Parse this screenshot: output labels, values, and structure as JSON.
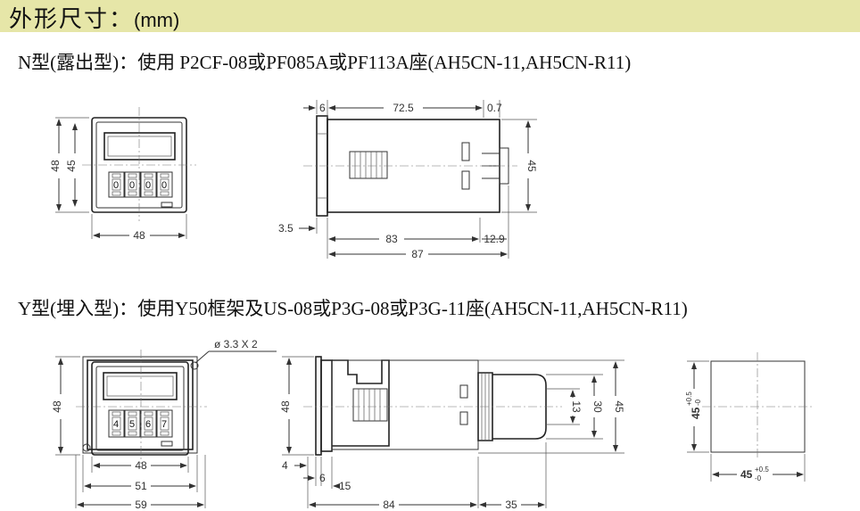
{
  "header": {
    "title": "外形尺寸：",
    "unit": "(mm)"
  },
  "type_n": {
    "description": "N型(露出型)：使用 P2CF-08或PF085A或PF113A座(AH5CN-11,AH5CN-R11)",
    "digits": [
      "0",
      "0",
      "0",
      "0"
    ],
    "dims": {
      "front_height": "48",
      "window_height": "45",
      "front_width": "48",
      "side_front": "6",
      "side_body": "72.5",
      "side_gap": "0.7",
      "side_height": "45",
      "side_panel": "3.5",
      "side_83": "83",
      "side_pin": "12.9",
      "side_total": "87"
    }
  },
  "type_y": {
    "description": "Y型(埋入型)：使用Y50框架及US-08或P3G-08或P3G-11座(AH5CN-11,AH5CN-R11)",
    "digits": [
      "4",
      "5",
      "6",
      "7"
    ],
    "dims": {
      "hole": "ø 3.3 X 2",
      "front_height": "48",
      "front_48": "48",
      "front_51": "51",
      "front_59": "59",
      "side_height": "48",
      "side_4": "4",
      "side_6": "6",
      "side_15": "15",
      "side_84": "84",
      "side_35": "35",
      "socket_13": "13",
      "socket_30": "30",
      "socket_45": "45",
      "cutout_v": "45",
      "cutout_v_tol_plus": "+0.5",
      "cutout_v_tol_minus": "-0",
      "cutout_h": "45",
      "cutout_h_tol_plus": "+0.5",
      "cutout_h_tol_minus": "-0"
    }
  }
}
